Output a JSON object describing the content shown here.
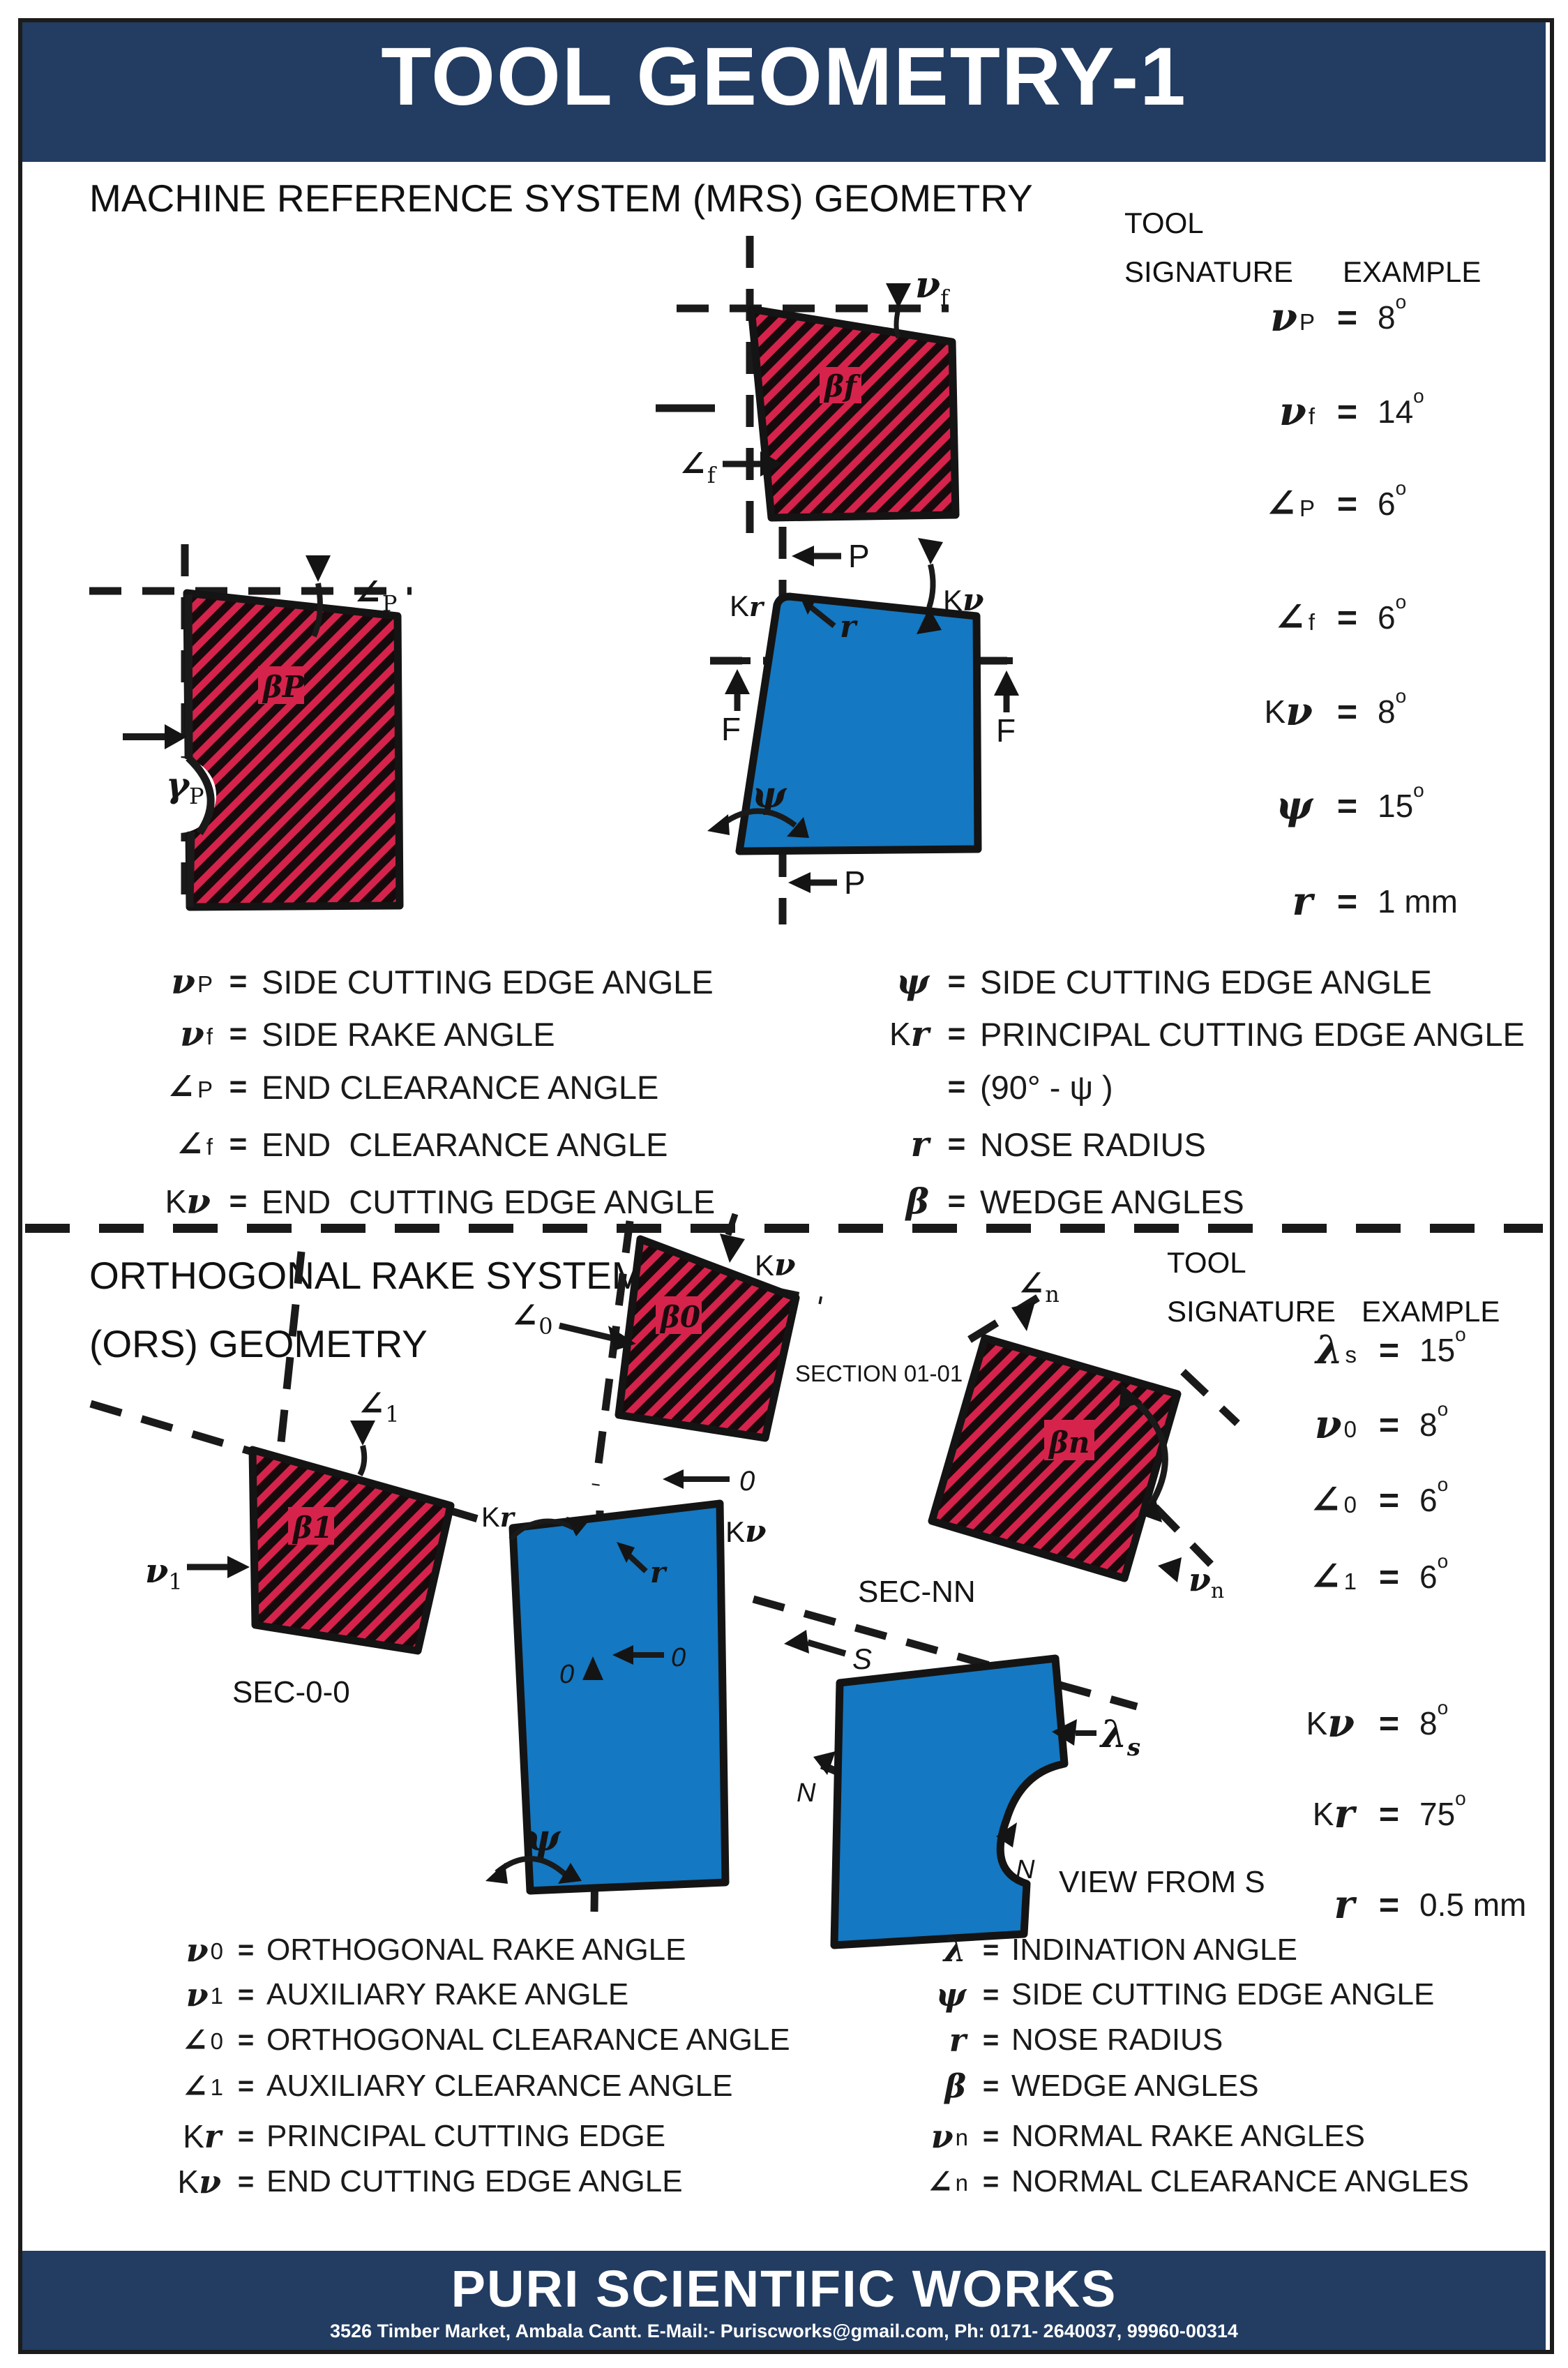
{
  "header": {
    "title": "TOOL GEOMETRY-1"
  },
  "mrs": {
    "heading": "MACHINE REFERENCE SYSTEM (MRS) GEOMETRY",
    "table": {
      "col1a": "TOOL",
      "col1b": "SIGNATURE",
      "col2": "EXAMPLE",
      "rows": [
        {
          "pre": "",
          "sym": "ν",
          "sub": "P",
          "eq": "=",
          "val": "8",
          "deg": "o"
        },
        {
          "pre": "",
          "sym": "ν",
          "sub": "f",
          "eq": "=",
          "val": "14",
          "deg": "o"
        },
        {
          "pre": "",
          "sym": "∠",
          "sub": "P",
          "eq": "=",
          "val": "6",
          "deg": "o"
        },
        {
          "pre": "",
          "sym": "∠",
          "sub": "f",
          "eq": "=",
          "val": "6",
          "deg": "o"
        },
        {
          "pre": "K",
          "sym": "ν",
          "sub": "",
          "eq": "=",
          "val": "8",
          "deg": "o"
        },
        {
          "pre": "",
          "sym": "ψ",
          "sub": "",
          "eq": "=",
          "val": "15",
          "deg": "o"
        },
        {
          "pre": "",
          "sym": "r",
          "sub": "",
          "eq": "=",
          "val": "1 mm",
          "deg": ""
        }
      ]
    },
    "legend_left": [
      {
        "pre": "",
        "sym": "ν",
        "sub": "P",
        "eq": "=",
        "text": "SIDE CUTTING EDGE ANGLE"
      },
      {
        "pre": "",
        "sym": "ν",
        "sub": "f",
        "eq": "=",
        "text": "SIDE RAKE ANGLE"
      },
      {
        "pre": "",
        "sym": "∠",
        "sub": "P",
        "eq": "=",
        "text": "END CLEARANCE ANGLE"
      },
      {
        "pre": "",
        "sym": "∠",
        "sub": "f",
        "eq": "=",
        "text": "END  CLEARANCE ANGLE"
      },
      {
        "pre": "K",
        "sym": "ν",
        "sub": "",
        "eq": "=",
        "text": "END  CUTTING EDGE ANGLE"
      }
    ],
    "legend_right": [
      {
        "pre": "",
        "sym": "ψ",
        "sub": "",
        "eq": "=",
        "text": "SIDE CUTTING EDGE ANGLE"
      },
      {
        "pre": "K",
        "sym": "r",
        "sub": "",
        "eq": "=",
        "text": "PRINCIPAL CUTTING EDGE ANGLE"
      },
      {
        "pre": "",
        "sym": "",
        "sub": "",
        "eq": "=",
        "text": "(90° - ψ )"
      },
      {
        "pre": "",
        "sym": "r",
        "sub": "",
        "eq": "=",
        "text": "NOSE RADIUS"
      },
      {
        "pre": "",
        "sym": "β",
        "sub": "",
        "eq": "=",
        "text": "WEDGE ANGLES"
      }
    ]
  },
  "ors": {
    "heading_line1": "ORTHOGONAL RAKE SYSTEM",
    "heading_line2": "(ORS) GEOMETRY",
    "table": {
      "col1a": "TOOL",
      "col1b": "SIGNATURE",
      "col2": "EXAMPLE",
      "rows": [
        {
          "pre": "",
          "sym": "λ",
          "sub": "s",
          "eq": "=",
          "val": "15",
          "deg": "o"
        },
        {
          "pre": "",
          "sym": "ν",
          "sub": "0",
          "eq": "=",
          "val": "8",
          "deg": "o"
        },
        {
          "pre": "",
          "sym": "∠",
          "sub": "0",
          "eq": "=",
          "val": "6",
          "deg": "o"
        },
        {
          "pre": "",
          "sym": "∠",
          "sub": "1",
          "eq": "=",
          "val": "6",
          "deg": "o"
        },
        {
          "pre": "K",
          "sym": "ν",
          "sub": "",
          "eq": "=",
          "val": "8",
          "deg": "o"
        },
        {
          "pre": "K",
          "sym": "r",
          "sub": "",
          "eq": "=",
          "val": "75",
          "deg": "o"
        },
        {
          "pre": "",
          "sym": "r",
          "sub": "",
          "eq": "=",
          "val": "0.5 mm",
          "deg": ""
        }
      ]
    },
    "legend_left": [
      {
        "pre": "",
        "sym": "ν",
        "sub": "0",
        "eq": "=",
        "text": "ORTHOGONAL RAKE ANGLE"
      },
      {
        "pre": "",
        "sym": "ν",
        "sub": "1",
        "eq": "=",
        "text": "AUXILIARY RAKE ANGLE"
      },
      {
        "pre": "",
        "sym": "∠",
        "sub": "0",
        "eq": "=",
        "text": "ORTHOGONAL CLEARANCE ANGLE"
      },
      {
        "pre": "",
        "sym": "∠",
        "sub": "1",
        "eq": "=",
        "text": "AUXILIARY CLEARANCE ANGLE"
      },
      {
        "pre": "K",
        "sym": "r",
        "sub": "",
        "eq": "=",
        "text": "PRINCIPAL CUTTING EDGE"
      },
      {
        "pre": "K",
        "sym": "ν",
        "sub": "",
        "eq": "=",
        "text": "END CUTTING EDGE ANGLE"
      }
    ],
    "legend_right": [
      {
        "pre": "",
        "sym": "λ",
        "sub": "",
        "eq": "=",
        "text": "INDINATION ANGLE"
      },
      {
        "pre": "",
        "sym": "ψ",
        "sub": "",
        "eq": "=",
        "text": "SIDE CUTTING EDGE ANGLE"
      },
      {
        "pre": "",
        "sym": "r",
        "sub": "",
        "eq": "=",
        "text": "NOSE RADIUS"
      },
      {
        "pre": "",
        "sym": "β",
        "sub": "",
        "eq": "=",
        "text": "WEDGE ANGLES"
      },
      {
        "pre": "",
        "sym": "ν",
        "sub": "n",
        "eq": "=",
        "text": "NORMAL RAKE ANGLES"
      },
      {
        "pre": "",
        "sym": "∠",
        "sub": "n",
        "eq": "=",
        "text": "NORMAL CLEARANCE ANGLES"
      }
    ]
  },
  "diagrams": {
    "mrs_side": {
      "beta": "βf",
      "nu": "ν",
      "nu_sub": "f",
      "alpha": "∠",
      "alpha_sub": "f"
    },
    "mrs_front": {
      "beta": "βP",
      "alpha": "∠",
      "alpha_sub": "P",
      "gamma": "γ",
      "gamma_sub": "P"
    },
    "mrs_top": {
      "p_top": "P",
      "p_bottom": "P",
      "f_left": "F",
      "f_right": "F",
      "k1": "K",
      "r1": "r",
      "k2": "K",
      "nu2": "ν",
      "r": "r",
      "psi": "ψ"
    },
    "ors_sec00": {
      "beta": "β1",
      "alpha": "∠",
      "alpha_sub": "1",
      "nu": "ν",
      "nu_sub": "1",
      "caption": "SEC-0-0"
    },
    "ors_sec0101": {
      "beta": "β0",
      "k": "K",
      "nu": "ν",
      "alpha": "∠",
      "alpha_sub": "0",
      "caption": "SECTION 01-01",
      "marker0": "0",
      "k2": "K",
      "nu2": "ν"
    },
    "ors_top": {
      "k": "K",
      "r1": "r",
      "r": "r",
      "zero_a": "0",
      "zero_b": "0",
      "psi": "ψ",
      "s": "S"
    },
    "ors_secnn": {
      "beta": "βn",
      "alpha": "∠",
      "alpha_sub": "n",
      "nu": "ν",
      "nu_sub": "n",
      "caption": "SEC-NN"
    },
    "ors_view": {
      "lambda": "λ",
      "lambda_sub": "s",
      "n_left": "N",
      "n_right": "N",
      "caption": "VIEW FROM S"
    }
  },
  "footer": {
    "company": "PURI SCIENTIFIC WORKS",
    "address": "3526 Timber Market, Ambala Cantt. E-Mail:- Puriscworks@gmail.com, Ph: 0171- 2640037, 99960-00314"
  },
  "colors": {
    "navy": "#223C62",
    "crimson": "#D6234C",
    "blue": "#1478C2",
    "ink": "#1A1A1A"
  }
}
